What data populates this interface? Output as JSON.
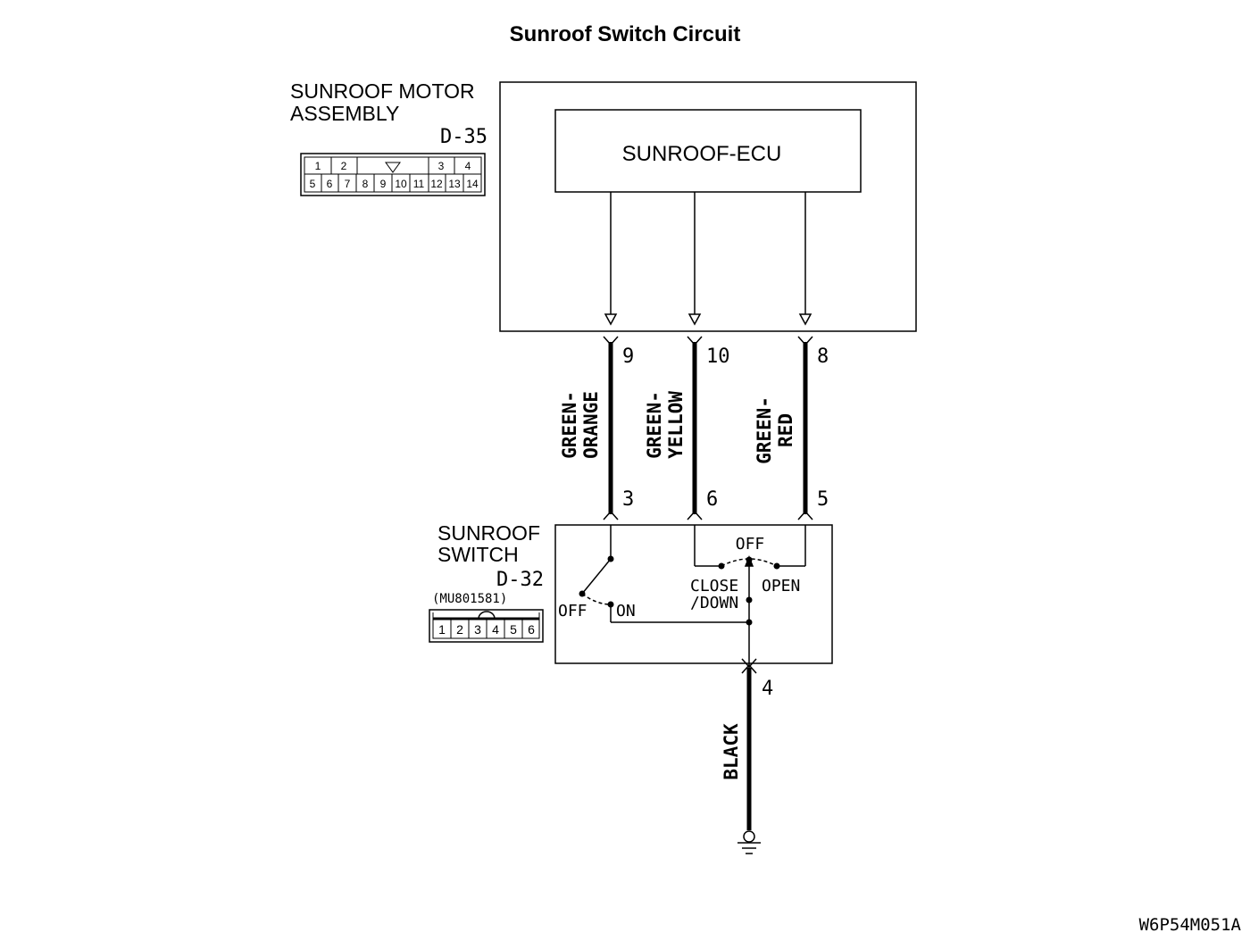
{
  "title": "Sunroof Switch Circuit",
  "motor_assembly": {
    "name_line1": "SUNROOF MOTOR",
    "name_line2": "ASSEMBLY",
    "connector_id": "D-35",
    "connector_top": [
      "1",
      "2",
      "3",
      "4"
    ],
    "connector_bottom": [
      "5",
      "6",
      "7",
      "8",
      "9",
      "10",
      "11",
      "12",
      "13",
      "14"
    ]
  },
  "ecu": {
    "label": "SUNROOF-ECU"
  },
  "wires": [
    {
      "color_line1": "GREEN-",
      "color_line2": "ORANGE",
      "top_pin": "9",
      "bottom_pin": "3"
    },
    {
      "color_line1": "GREEN-",
      "color_line2": "YELLOW",
      "top_pin": "10",
      "bottom_pin": "6"
    },
    {
      "color_line1": "GREEN-",
      "color_line2": "RED",
      "top_pin": "8",
      "bottom_pin": "5"
    }
  ],
  "switch": {
    "name_line1": "SUNROOF",
    "name_line2": "SWITCH",
    "connector_id": "D-32",
    "part_number": "(MU801581)",
    "connector_pins": [
      "1",
      "2",
      "3",
      "4",
      "5",
      "6"
    ],
    "left_off": "OFF",
    "left_on": "ON",
    "right_off": "OFF",
    "close_line1": "CLOSE",
    "close_line2": "/DOWN",
    "open": "OPEN"
  },
  "ground": {
    "pin": "4",
    "color": "BLACK"
  },
  "figure_code": "W6P54M051A"
}
